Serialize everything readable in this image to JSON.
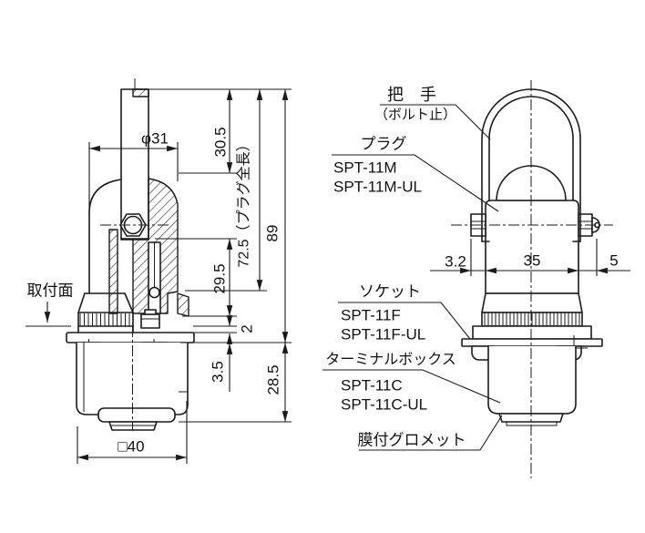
{
  "page": {
    "background": "#ffffff",
    "line_color": "#1a1a1a"
  },
  "left_view": {
    "dims": {
      "diameter": "φ31",
      "handle_height": "30.5",
      "plug_total_length": "72.5（プラグ全長）",
      "total_height": "89",
      "insert_depth": "29.5",
      "gap": "2",
      "flange_thickness": "3.5",
      "box_height": "28.5",
      "box_width": "□40"
    },
    "mounting_label": "取付面"
  },
  "right_view": {
    "dims": {
      "left_offset": "3.2",
      "body_width": "35",
      "right_offset": "5"
    }
  },
  "labels": {
    "handle": {
      "title": "把　手",
      "note": "（ボルト止）"
    },
    "plug": {
      "title": "プラグ",
      "models": [
        "SPT-11M",
        "SPT-11M-UL"
      ]
    },
    "socket": {
      "title": "ソケット",
      "models": [
        "SPT-11F",
        "SPT-11F-UL"
      ]
    },
    "terminal_box": {
      "title": "ターミナルボックス",
      "models": [
        "SPT-11C",
        "SPT-11C-UL"
      ]
    },
    "grommet": {
      "title": "膜付グロメット"
    }
  }
}
